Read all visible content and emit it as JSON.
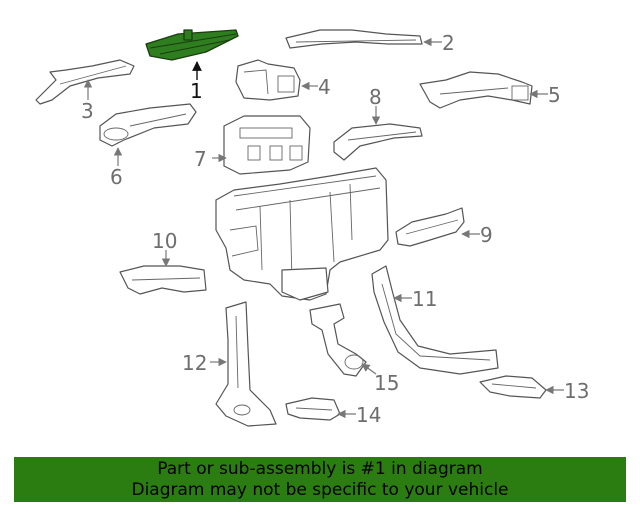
{
  "diagram": {
    "callouts": [
      "1",
      "2",
      "3",
      "4",
      "5",
      "6",
      "7",
      "8",
      "9",
      "10",
      "11",
      "12",
      "13",
      "14",
      "15"
    ],
    "highlighted_part": "1",
    "colors": {
      "highlight": "#2e7d1f",
      "linework": "#555555",
      "banner": "#2b7d11"
    }
  },
  "banner": {
    "line1": "Part or sub-assembly is #1 in diagram",
    "line2": "Diagram may not be specific to your vehicle"
  }
}
